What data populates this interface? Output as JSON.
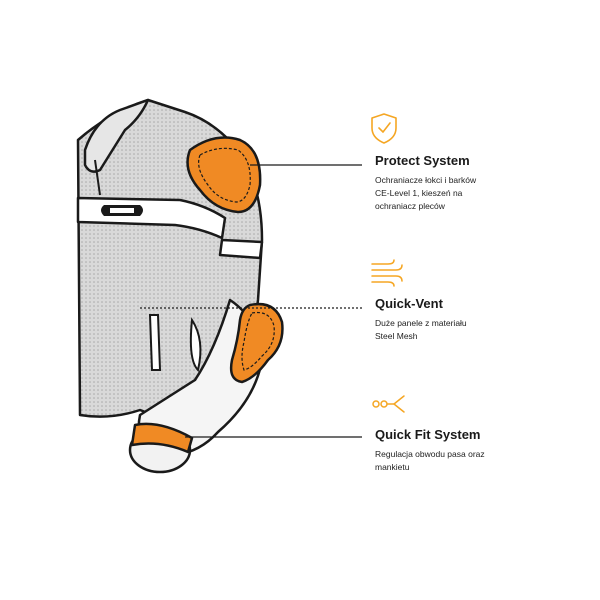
{
  "colors": {
    "accent": "#f5a623",
    "pad_orange": "#f08a24",
    "mesh_fill": "#cfcfcf",
    "outline": "#1a1a1a"
  },
  "logo_mark": "jacket-brand-logo",
  "features": [
    {
      "icon": "shield-check-icon",
      "title": "Protect System",
      "desc": "Ochraniacze łokci i barków\nCE-Level 1, kieszeń na\nochraniacz pleców"
    },
    {
      "icon": "wind-vent-icon",
      "title": "Quick-Vent",
      "desc": "Duże panele z materiału\nSteel Mesh"
    },
    {
      "icon": "strap-adjust-icon",
      "title": "Quick Fit System",
      "desc": "Regulacja obwodu pasa oraz\nmankietu"
    }
  ]
}
